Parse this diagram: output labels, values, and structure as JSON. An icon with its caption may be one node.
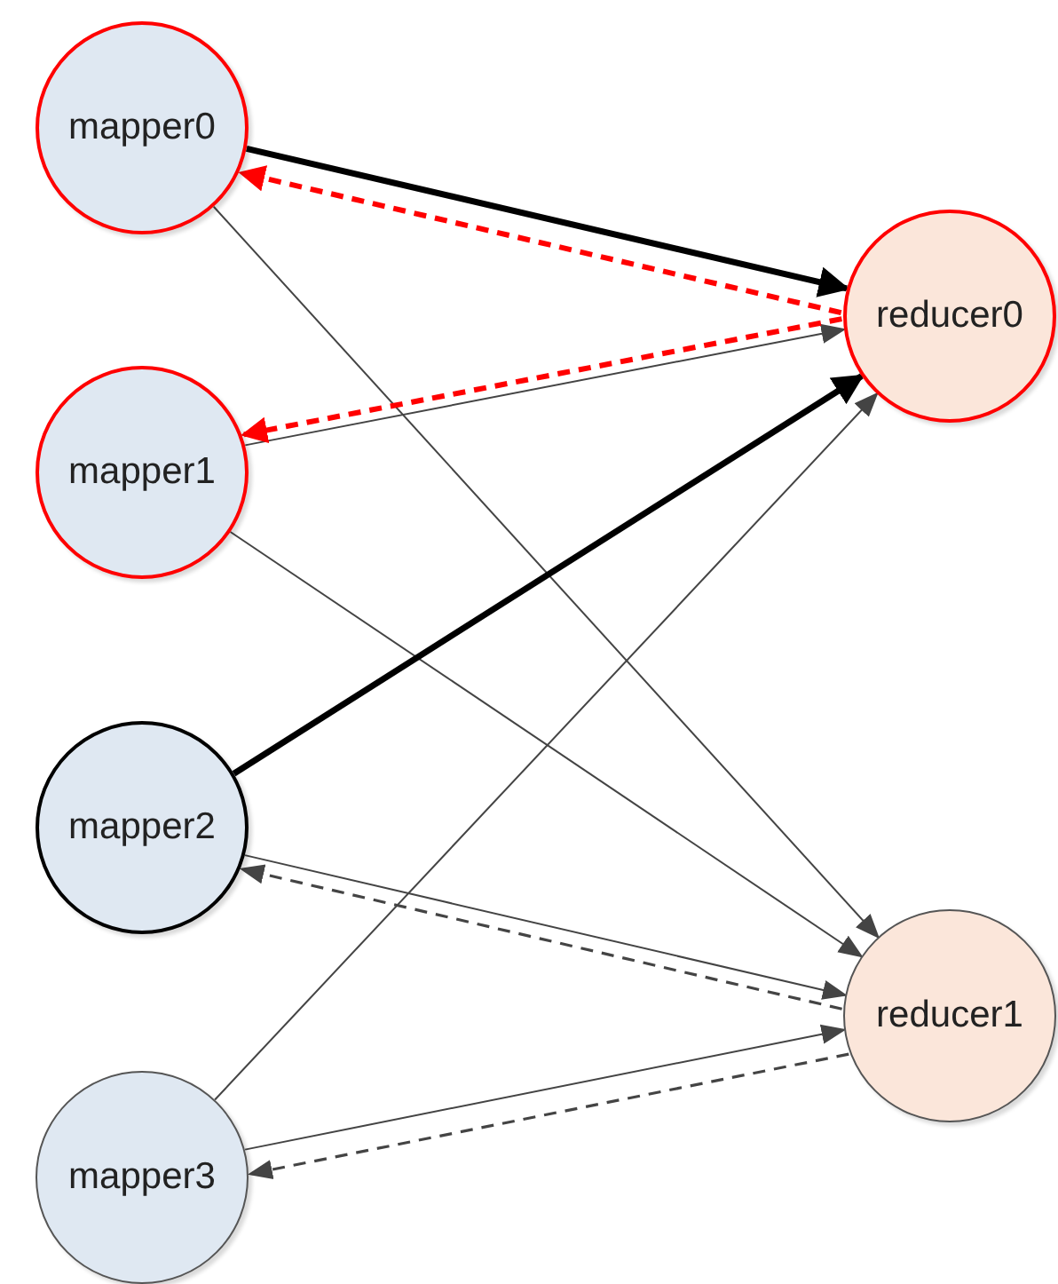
{
  "diagram": {
    "nodes": [
      {
        "text": [
          "mapper0"
        ]
      },
      {
        "text": [
          "mapper1"
        ]
      },
      {
        "text": [
          "mapper2"
        ]
      },
      {
        "text": [
          "mapper3"
        ]
      },
      {
        "text": [
          "reducer0"
        ]
      },
      {
        "text": [
          "reducer1"
        ]
      }
    ],
    "edges": [
      {
        "from": 0,
        "to": 4,
        "arrow": "to",
        "style": "thick",
        "color": "#000000"
      },
      {
        "from": 4,
        "to": 0,
        "arrow": "to",
        "style": "dashed",
        "color": "#ff0000"
      },
      {
        "from": 0,
        "to": 5,
        "arrow": "to"
      },
      {
        "from": 1,
        "to": 4,
        "arrow": "to"
      },
      {
        "from": 4,
        "to": 1,
        "arrow": "to",
        "style": "dashed",
        "color": "#ff0000"
      },
      {
        "from": 1,
        "to": 5,
        "arrow": "to"
      },
      {
        "from": 2,
        "to": 4,
        "arrow": "to",
        "style": "thick",
        "color": "#000000"
      },
      {
        "from": 5,
        "to": 2,
        "arrow": "to",
        "style": "dashed"
      },
      {
        "from": 2,
        "to": 5,
        "arrow": "to"
      },
      {
        "from": 3,
        "to": 4,
        "arrow": "to"
      },
      {
        "from": 3,
        "to": 5,
        "arrow": "to"
      },
      {
        "from": 5,
        "to": 3,
        "arrow": "to",
        "style": "dashed"
      }
    ]
  }
}
